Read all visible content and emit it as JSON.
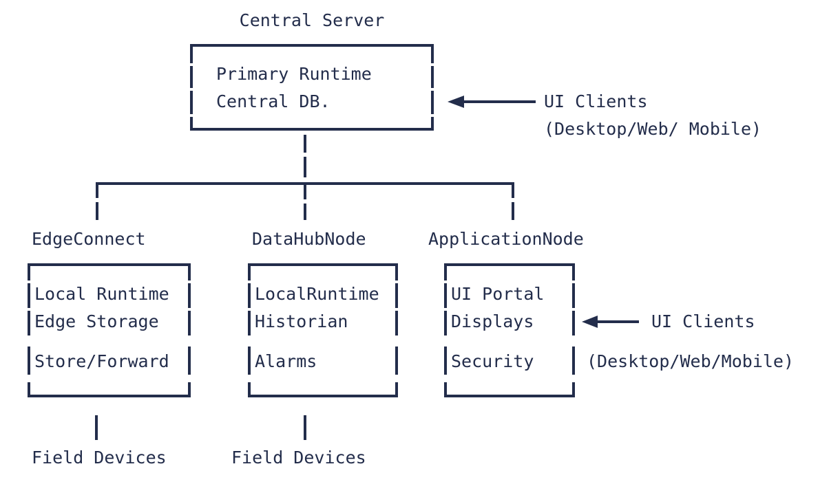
{
  "diagram": {
    "title": "Central Server",
    "type": "architecture-tree",
    "accent_color": "#232d4b",
    "background_color": "#ffffff"
  },
  "root": {
    "label": "Central Server",
    "box_lines": [
      "Primary Runtime",
      "Central DB."
    ],
    "annotation": {
      "arrow": "left-arrow",
      "line1": "UI Clients",
      "line2": "(Desktop/Web/ Mobile)"
    }
  },
  "nodes": [
    {
      "label": "EdgeConnect",
      "box_lines": [
        "Local Runtime",
        "Edge Storage",
        "Store/Forward"
      ],
      "child": "Field Devices"
    },
    {
      "label": "DataHubNode",
      "box_lines": [
        "LocalRuntime",
        "Historian",
        "Alarms"
      ],
      "child": "Field Devices"
    },
    {
      "label": "ApplicationNode",
      "box_lines": [
        "UI Portal",
        "Displays",
        "Security"
      ],
      "child": ""
    }
  ],
  "node_annotation": {
    "arrow": "left-arrow",
    "line1": "UI Clients",
    "line2": "(Desktop/Web/Mobile)"
  }
}
